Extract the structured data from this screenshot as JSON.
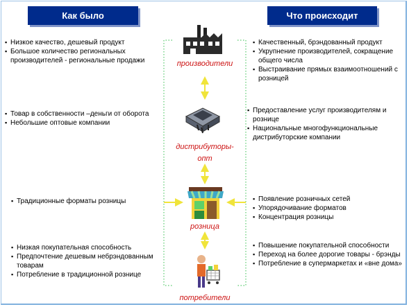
{
  "headers": {
    "left": "Как было",
    "right": "Что происходит"
  },
  "stages": [
    {
      "label": "производители",
      "icon": "factory-icon",
      "before": [
        "Низкое качество, дешевый продукт",
        "Большое количество региональных производителей - региональные продажи"
      ],
      "now": [
        "Качественный, брэндованный продукт",
        "Укрупнение производителей, сокращение общего числа",
        "Выстраивание прямых взаимоотношений с розницей"
      ]
    },
    {
      "label": "дистрибуторы-опт",
      "icon": "chip-icon",
      "before": [
        "Товар в собственности –деньги от оборота",
        "Небольшие оптовые компании"
      ],
      "now": [
        "Предоставление услуг производителям и рознице",
        "Национальные многофункциональные дистрибуторские компании"
      ]
    },
    {
      "label": "розница",
      "icon": "shop-icon",
      "before": [
        "Традиционные форматы розницы"
      ],
      "now": [
        "Появление розничных сетей",
        "Упорядочивание форматов",
        "Концентрация розницы"
      ]
    },
    {
      "label": "потребители",
      "icon": "shopper-icon",
      "before": [
        "Низкая покупательная способность",
        "Предпочтение дешевым небрэндованным товарам",
        "Потребление в традиционной рознице"
      ],
      "now": [
        "Повышение покупательной способности",
        "Переход на более дорогие товары - брэнды",
        "Потребление в супермаркетах и «вне дома»"
      ]
    }
  ],
  "colors": {
    "header_bg": "#002b8c",
    "label": "#cc1111",
    "arrow": "#f0e43a",
    "dotted": "#55c96a"
  }
}
